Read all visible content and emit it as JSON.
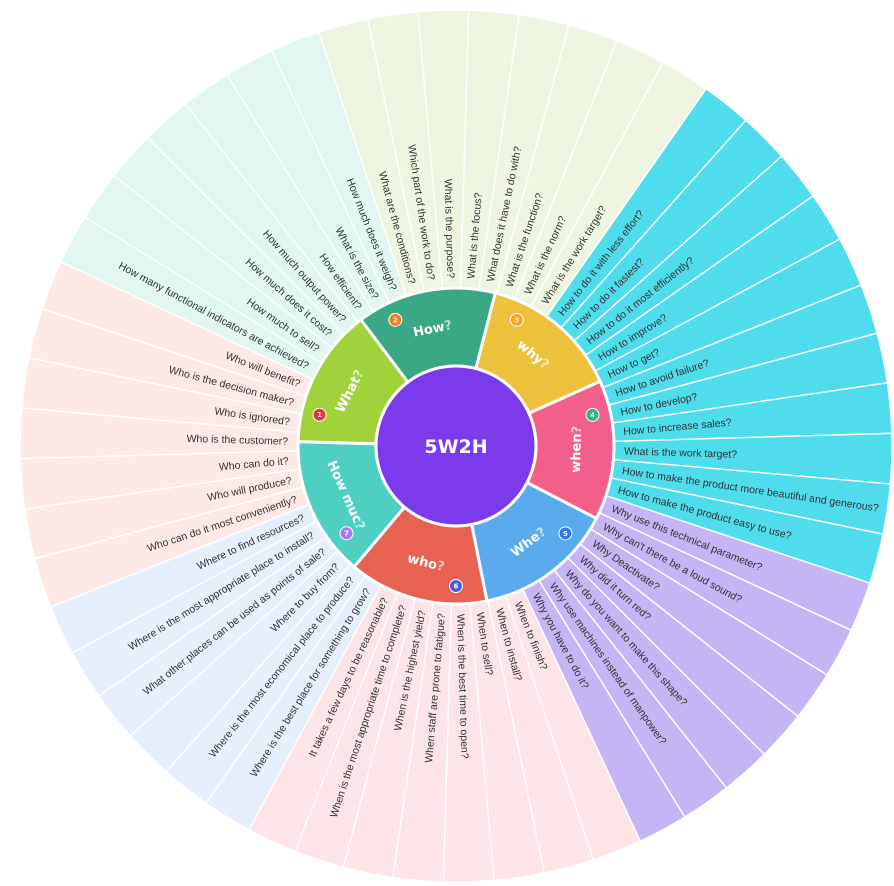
{
  "center_label": "5W2H",
  "categories": [
    {
      "key": "how",
      "label": "How",
      "badge": "2",
      "color": "#3aa785",
      "outer_color": "#4fdded",
      "badge_color": "#f07f22",
      "items": [
        "How to do it with less effort?",
        "How to do it fastest?",
        "How to do it most efficiently?",
        "How to improve?",
        "How to get?",
        "How to avoid failure?",
        "How to develop?",
        "How to increase sales?",
        "What is the work target?",
        "How to make the product more beautiful and generous?",
        "How to make the product easy to use?"
      ]
    },
    {
      "key": "why",
      "label": "why",
      "badge": "3",
      "color": "#edc13c",
      "outer_color": "#c6b5f5",
      "badge_color": "#f5a623",
      "items": [
        "Why use this technical parameter?",
        "Why can't there be a loud sound?",
        "Why Deactivate?",
        "Why did it turn red?",
        "Why do you want to make this shape?",
        "Why use machines instead of manpower?",
        "Why you have to do it?"
      ]
    },
    {
      "key": "when",
      "label": "when",
      "badge": "4",
      "color": "#f0608a",
      "outer_color": "#fde4e6",
      "badge_color": "#37b37a",
      "items": [
        "When to finish?",
        "When to install?",
        "When to sell?",
        "When is the best time to open?",
        "When staff are prone to fatigue?",
        "When is the highest yield?",
        "When is the most appropriate time to complete?",
        "It takes a few days to be reasonable?"
      ]
    },
    {
      "key": "where",
      "label": "Whe",
      "badge": "5",
      "color": "#5aaaee",
      "outer_color": "#e7eefc",
      "badge_color": "#3478e5",
      "items": [
        "Where is the best place for something to grow?",
        "Where is the most economical place to produce?",
        "Where to buy from?",
        "What other places can be used as points of sale?",
        "Where is the most appropriate place to install?",
        "Where to find resources?"
      ]
    },
    {
      "key": "who",
      "label": "who",
      "badge": "6",
      "color": "#e86252",
      "outer_color": "#fde9e6",
      "badge_color": "#4a5fe0",
      "items": [
        "Who can do it most conveniently?",
        "Who will produce?",
        "Who can do it?",
        "Who is the customer?",
        "Who is ignored?",
        "Who is the decision maker?",
        "Who will benefit?"
      ]
    },
    {
      "key": "how_much",
      "label": "How muc",
      "badge": "7",
      "color": "#4fcfc2",
      "outer_color": "#e2f6f2",
      "badge_color": "#a77be8",
      "items": [
        "How many functional indicators are achieved?",
        "How much to sell?",
        "How much does it cost?",
        "How much output power?",
        "How efficient?",
        "What is the size?",
        "How much does it weigh?"
      ]
    },
    {
      "key": "what",
      "label": "What",
      "badge": "1",
      "color": "#9fd23b",
      "outer_color": "#eef6e1",
      "badge_color": "#e53939",
      "items": [
        "What are the conditions?",
        "Which part of the work to do?",
        "What is the purpose?",
        "What is the focus?",
        "What does it have to do with?",
        "What is the function?",
        "What is the norm?",
        "What is the work target?"
      ]
    }
  ]
}
